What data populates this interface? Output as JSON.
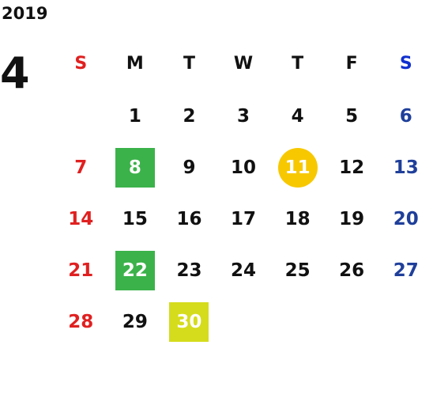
{
  "calendar": {
    "year": "2019",
    "month": "4",
    "weekday_headers": [
      "S",
      "M",
      "T",
      "W",
      "T",
      "F",
      "S"
    ],
    "colors": {
      "sunday": "#e02020",
      "saturday": "#1f3f9a",
      "saturday_header": "#1030d0",
      "highlight_green": "#3bb24a",
      "highlight_yellow": "#f7c800",
      "highlight_lime": "#d5dc1c"
    },
    "weeks": [
      [
        "",
        "1",
        "2",
        "3",
        "4",
        "5",
        "6"
      ],
      [
        "7",
        "8",
        "9",
        "10",
        "11",
        "12",
        "13"
      ],
      [
        "14",
        "15",
        "16",
        "17",
        "18",
        "19",
        "20"
      ],
      [
        "21",
        "22",
        "23",
        "24",
        "25",
        "26",
        "27"
      ],
      [
        "28",
        "29",
        "30",
        "",
        "",
        "",
        ""
      ]
    ],
    "highlighted_days": [
      {
        "day": "8",
        "style": "green-square"
      },
      {
        "day": "11",
        "style": "yellow-circle"
      },
      {
        "day": "22",
        "style": "green-square"
      },
      {
        "day": "30",
        "style": "lime-square"
      }
    ]
  }
}
